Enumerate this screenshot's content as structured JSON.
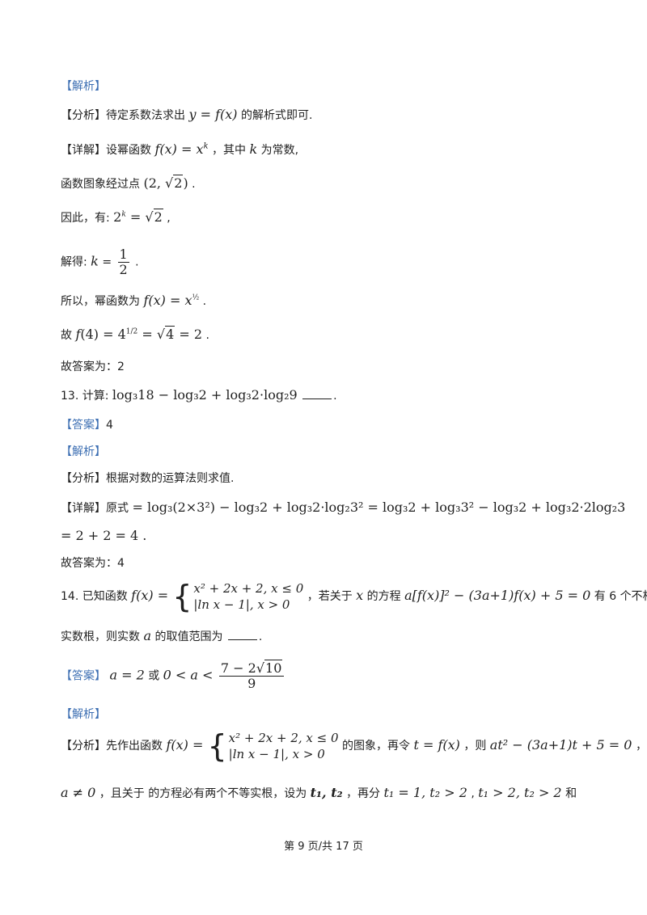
{
  "sec12": {
    "jiexi": "【解析】",
    "fenxi_a": "【分析】待定系数法求出",
    "fenxi_b": "的解析式即可.",
    "xiangjie_a": "【详解】设幂函数",
    "xiangjie_b": "，其中",
    "xiangjie_c": "为常数,",
    "tuxiang": "函数图象经过点",
    "yinci": "因此，有:",
    "jiede": "解得:",
    "suoyi": "所以，幂函数为",
    "gu": "故",
    "answer_line": "故答案为：2"
  },
  "q13": {
    "number": "13.",
    "prompt": "计算:",
    "expr": "log₃18 − log₃2 + log₃2·log₂9",
    "answer_tag": "【答案】",
    "answer_value": "4",
    "jiexi": "【解析】",
    "fenxi": "【分析】根据对数的运算法则求值.",
    "xiangjie_a": "【详解】原式",
    "result_line": "= 2 + 2 = 4 .",
    "answer_line": "故答案为：4"
  },
  "q14": {
    "number": "14.",
    "intro": "已知函数",
    "mid_a": "，若关于",
    "mid_b": "的方程",
    "mid_c": "有",
    "six": "6",
    "mid_d": "个不相等的",
    "line2": "实数根，则实数",
    "line2_b": "的取值范围为",
    "answer_tag": "【答案】",
    "answer_or": "或",
    "jiexi": "【解析】",
    "fenxi_a": "【分析】先作出函数",
    "fenxi_b": "的图象，再令",
    "fenxi_c": "，则",
    "fenxi_d": "，易得",
    "last_a": "，且关于",
    "last_b": "的方程必有两个不等实根，设为",
    "last_c": "，再分",
    "last_d": "和"
  },
  "footer": {
    "page_text": "第 9 页/共 17 页"
  }
}
